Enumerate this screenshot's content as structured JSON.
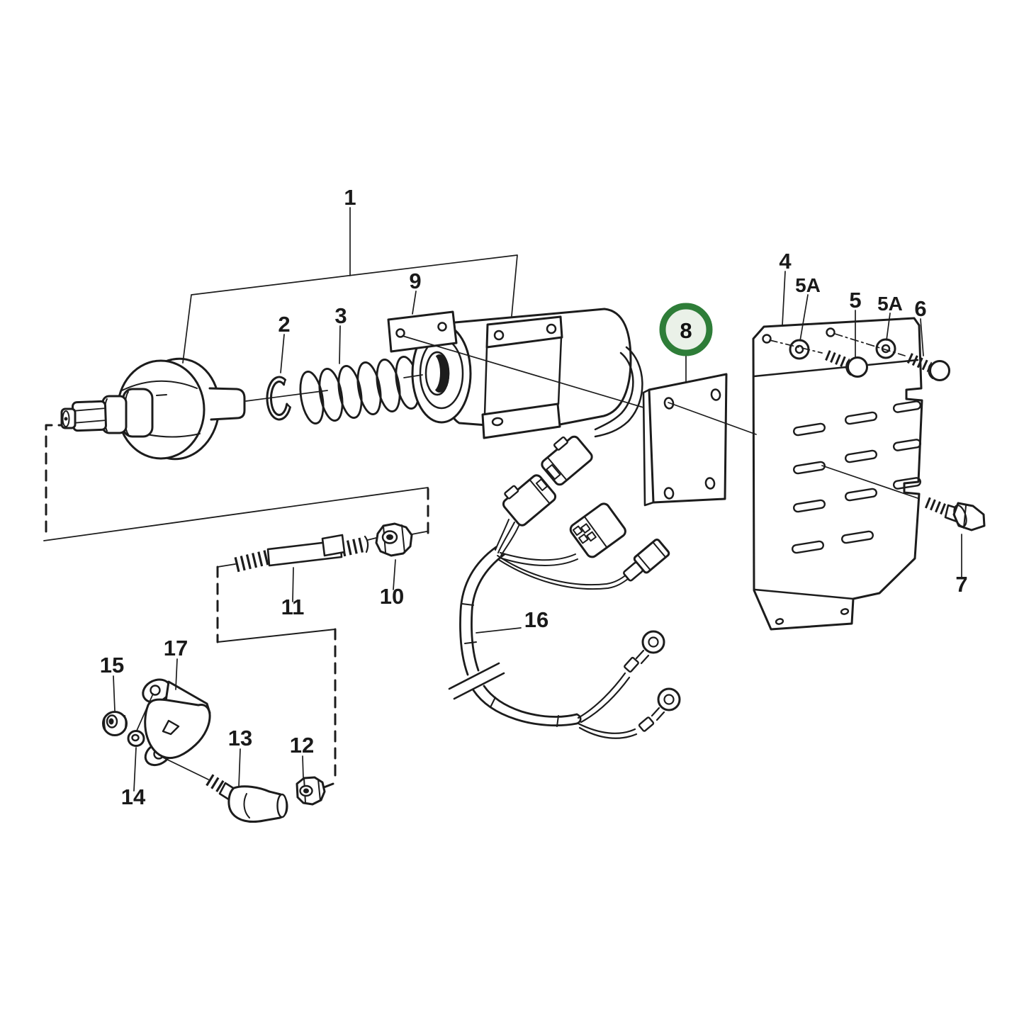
{
  "diagram": {
    "background_color": "#ffffff",
    "line_color": "#1c1c1c",
    "highlight": {
      "label": "8",
      "ring_color": "#2e7d38",
      "fill_color": "#eaf1e8"
    },
    "callouts": [
      {
        "label": "1"
      },
      {
        "label": "9"
      },
      {
        "label": "2"
      },
      {
        "label": "3"
      },
      {
        "label": "4"
      },
      {
        "label": "5A"
      },
      {
        "label": "5"
      },
      {
        "label": "5A"
      },
      {
        "label": "6"
      },
      {
        "label": "7"
      },
      {
        "label": "10"
      },
      {
        "label": "11"
      },
      {
        "label": "16"
      },
      {
        "label": "17"
      },
      {
        "label": "15"
      },
      {
        "label": "14"
      },
      {
        "label": "13"
      },
      {
        "label": "12"
      }
    ]
  }
}
